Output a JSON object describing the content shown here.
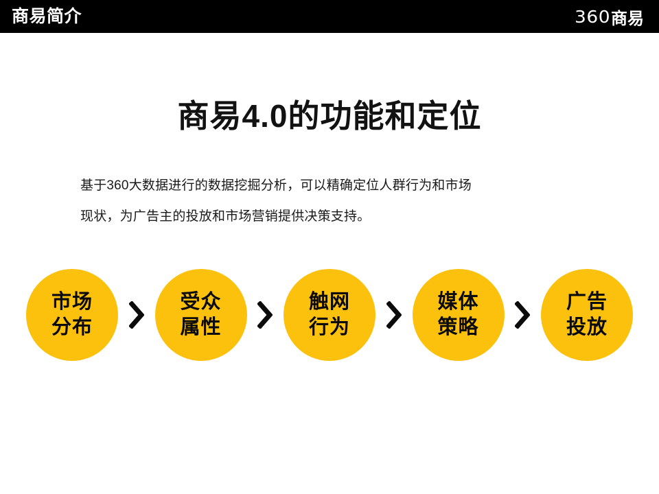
{
  "header": {
    "title": "商易简介",
    "brand": {
      "number": "360",
      "name": "商易"
    },
    "background_color": "#000000",
    "text_color": "#ffffff"
  },
  "slide": {
    "title": "商易4.0的功能和定位",
    "body_lines": [
      "基于360大数据进行的数据挖掘分析，可以精确定位人群行为和市场",
      "现状，为广告主的投放和市场营销提供决策支持。"
    ]
  },
  "flow": {
    "accent_color": "#fbc10d",
    "arrow_icon": "chevron-right-icon",
    "nodes": [
      {
        "line1": "市场",
        "line2": "分布"
      },
      {
        "line1": "受众",
        "line2": "属性"
      },
      {
        "line1": "触网",
        "line2": "行为"
      },
      {
        "line1": "媒体",
        "line2": "策略"
      },
      {
        "line1": "广告",
        "line2": "投放"
      }
    ]
  }
}
